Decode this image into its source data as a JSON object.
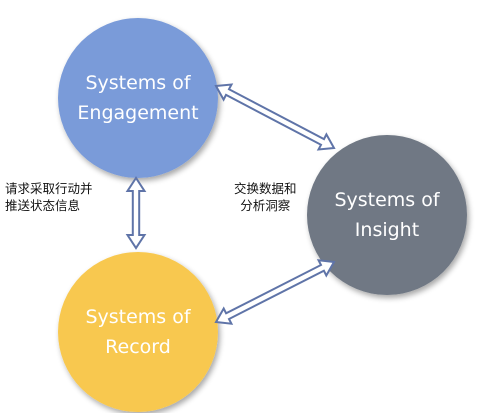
{
  "colors": {
    "engagement": "#7a9bd9",
    "record": "#f8c84f",
    "insight": "#6f7884",
    "arrow": "#5f74a8"
  },
  "nodes": {
    "engagement": {
      "line1": "Systems of",
      "line2": "Engagement"
    },
    "insight": {
      "line1": "Systems of",
      "line2": "Insight"
    },
    "record": {
      "line1": "Systems of",
      "line2": "Record"
    }
  },
  "edges": {
    "engagement_record": {
      "line1": "请求采取行动并",
      "line2": "推送状态信息"
    },
    "engagement_insight": {
      "line1": "交换数据和",
      "line2": "分析洞察"
    }
  }
}
